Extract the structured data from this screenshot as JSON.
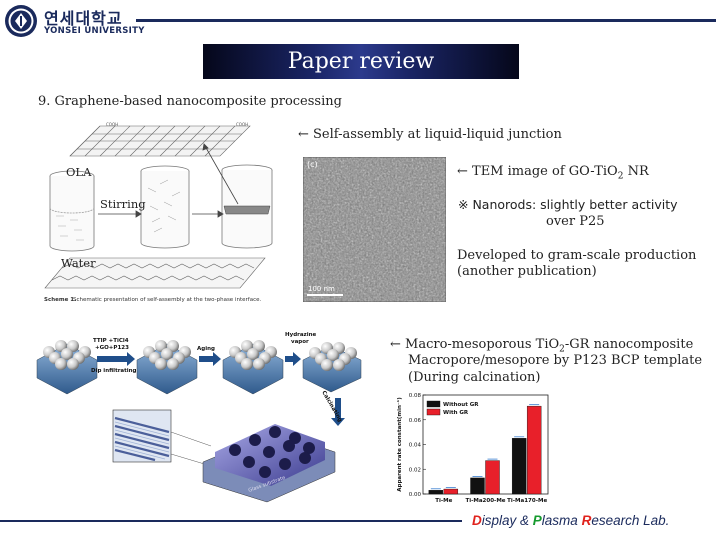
{
  "header": {
    "univ_kr": "연세대학교",
    "univ_en": "YONSEI UNIVERSITY",
    "title": "Paper review"
  },
  "section": {
    "heading": "9. Graphene-based nanocomposite processing"
  },
  "scheme1": {
    "label_ola": "OLA",
    "label_stirring": "Stirring",
    "label_water": "Water",
    "caption_bold": "Scheme 1.",
    "caption_rest": "Schematic presentation of self-assembly at the two-phase interface."
  },
  "notes": {
    "self_assembly": "← Self-assembly at liquid-liquid junction",
    "tem_prefix": "← TEM image of GO-TiO",
    "tem_sub": "2",
    "tem_suffix": " NR",
    "nanorods_line1": "※ Nanorods: slightly better activity",
    "nanorods_line2": "over P25",
    "developed_line1": "Developed to gram-scale production",
    "developed_line2": "(another publication)",
    "macro_prefix": "← Macro-mesoporous TiO",
    "macro_sub": "2",
    "macro_suffix": "-GR nanocomposite",
    "macro_line2": "Macropore/mesopore by P123 BCP template",
    "macro_line3": "(During calcination)"
  },
  "tem": {
    "panel_label": "(c)",
    "scale_label": "100 nm"
  },
  "process": {
    "step1_line1": "TTIP +TiCl4",
    "step1_line2": "+GO+P123",
    "step1_label": "Dip infiltrating",
    "step2_label": "Aging",
    "step3_line1": "Hydrazine",
    "step3_line2": "vapor",
    "step4_label": "Calcinating",
    "substrate_label": "Glass substrate"
  },
  "chart_data": {
    "type": "bar",
    "categories": [
      "Ti-Me",
      "Ti-Ma200-Me",
      "Ti-Ma170-Me"
    ],
    "series": [
      {
        "name": "Without GR",
        "color": "#111111",
        "values": [
          0.003,
          0.013,
          0.045
        ]
      },
      {
        "name": "With GR",
        "color": "#e8202a",
        "values": [
          0.004,
          0.027,
          0.071
        ]
      }
    ],
    "ylabel": "Apparent rate constant(min⁻¹)",
    "xlabel": "",
    "ylim": [
      0,
      0.08
    ],
    "yticks": [
      "0.00",
      "0.02",
      "0.04",
      "0.06",
      "0.08"
    ],
    "legend": "top-left",
    "grid": false
  },
  "footer": {
    "d": "D",
    "isplay": "isplay & ",
    "p": "P",
    "lasma": "lasma ",
    "r": "R",
    "esearch": "esearch Lab."
  },
  "colors": {
    "navy": "#1a2a5c",
    "accent_red": "#e0231d",
    "accent_green": "#169a2e"
  }
}
